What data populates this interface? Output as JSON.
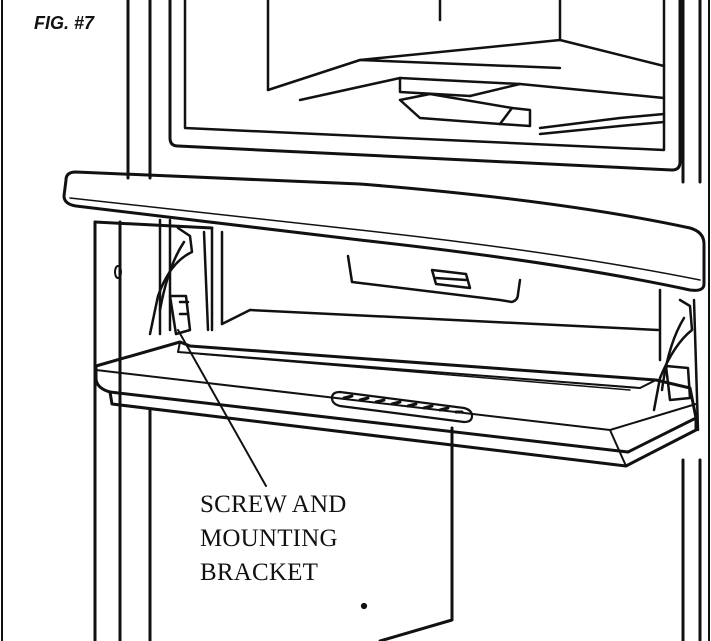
{
  "figure": {
    "label": "FIG. #7",
    "callout": {
      "line1": "SCREW AND",
      "line2": "MOUNTING",
      "line3": "BRACKET"
    }
  }
}
